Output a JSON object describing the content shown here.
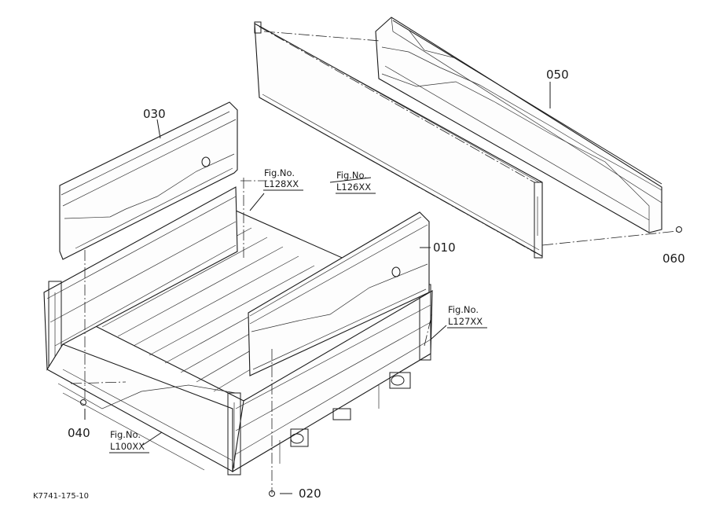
{
  "diagram": {
    "parts": {
      "p010": "010",
      "p020": "020",
      "p030": "030",
      "p040": "040",
      "p050": "050",
      "p060": "060"
    },
    "figure_refs": {
      "l126": {
        "prefix": "Fig.No.",
        "code": "L126XX"
      },
      "l127": {
        "prefix": "Fig.No.",
        "code": "L127XX"
      },
      "l128": {
        "prefix": "Fig.No.",
        "code": "L128XX"
      },
      "l100": {
        "prefix": "Fig.No.",
        "code": "L100XX"
      }
    },
    "drawing_code": "K7741-175-10"
  }
}
